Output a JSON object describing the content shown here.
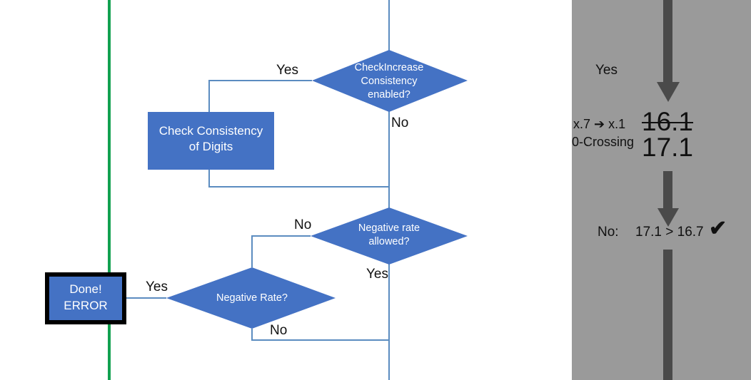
{
  "colors": {
    "shape_fill": "#4472c4",
    "connector": "#5b8cc0",
    "green_line": "#12a150",
    "panel_bg": "#9a9a9a",
    "panel_arrow": "#4a4a4a",
    "terminal_border": "#000000",
    "text_light": "#ffffff",
    "text_dark": "#111111"
  },
  "flowchart": {
    "shapes": {
      "check_increase_decision": "CheckIncrease\nConsistency\nenabled?",
      "check_consistency_process": "Check Consistency\nof Digits",
      "negative_rate_allowed_decision": "Negative rate\nallowed?",
      "negative_rate_decision": "Negative Rate?",
      "done_error_terminal": "Done!\nERROR"
    },
    "edge_labels": {
      "check_increase_yes": "Yes",
      "check_increase_no": "No",
      "negative_rate_allowed_no": "No",
      "negative_rate_allowed_yes": "Yes",
      "negative_rate_no": "No",
      "done_error_yes": "Yes"
    }
  },
  "panel": {
    "yes_label": "Yes",
    "note_rounding": "x.7 ➔ x.1",
    "note_zero_crossing": "0-Crossing",
    "value_struck": "16.1",
    "value_current": "17.1",
    "result_prefix": "No:",
    "result_comparison": "17.1 > 16.7",
    "result_check": "✔"
  }
}
